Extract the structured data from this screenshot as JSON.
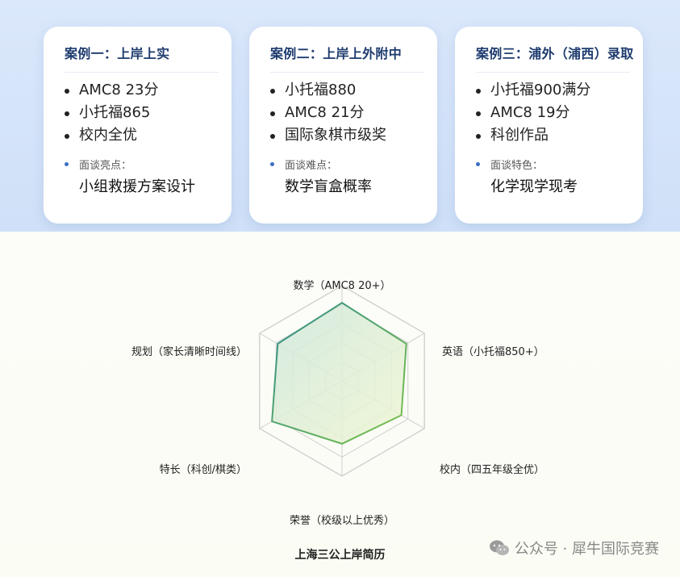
{
  "cases": [
    {
      "title": "案例一：上岸上实",
      "items": [
        "AMC8 23分",
        "小托福865",
        "校内全优"
      ],
      "note_label": "面谈亮点：",
      "note_value": "小组救援方案设计"
    },
    {
      "title": "案例二：上岸上外附中",
      "items": [
        "小托福880",
        "AMC8 21分",
        "国际象棋市级奖"
      ],
      "note_label": "面谈难点：",
      "note_value": "数学盲盒概率"
    },
    {
      "title": "案例三：浦外（浦西）录取",
      "items": [
        "小托福900满分",
        "AMC8 19分",
        "科创作品"
      ],
      "note_label": "面谈特色：",
      "note_value": "化学现学现考"
    }
  ],
  "chart_data": {
    "type": "radar",
    "title": "上海三公上岸简历",
    "axes": [
      "数学（AMC8 20+）",
      "英语（小托福850+）",
      "校内（四五年级全优）",
      "荣誉（校级以上优秀）",
      "特长（科创/棋类）",
      "规划（家长清晰时间线）"
    ],
    "levels": 5,
    "range": [
      0,
      1
    ],
    "series": [
      {
        "values": [
          0.82,
          0.78,
          0.72,
          0.66,
          0.85,
          0.78
        ]
      }
    ],
    "colors": {
      "fill_start": "#cfe7dc",
      "fill_end": "#eef6d2",
      "stroke_start": "#2f8c8a",
      "stroke_end": "#7cc24a",
      "grid": "#cfcfcf"
    }
  },
  "watermark": {
    "text": "公众号 · 犀牛国际竞赛",
    "icon": "wechat-icon"
  }
}
